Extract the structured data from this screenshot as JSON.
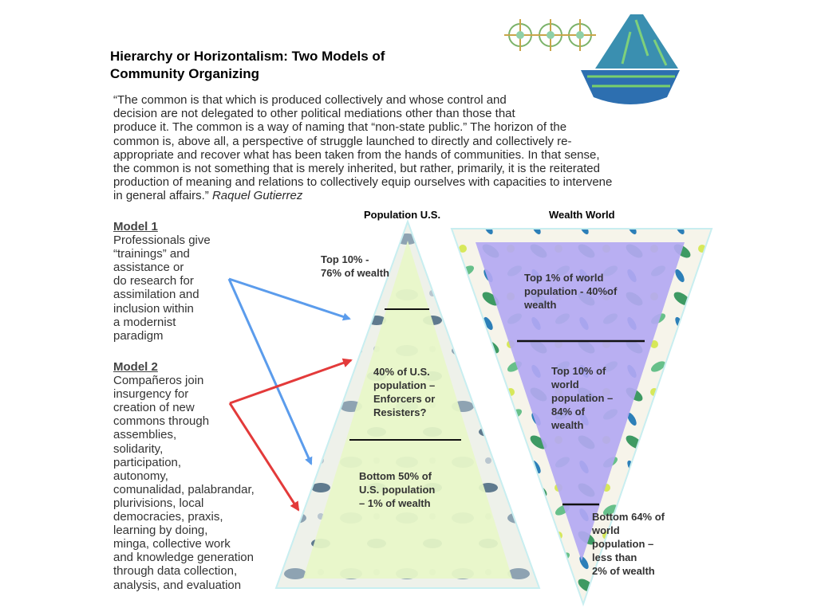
{
  "title_lines": [
    "Hierarchy or Horizontalism: Two Models of",
    "Community Organizing"
  ],
  "quote": {
    "lines": [
      "“The common is that which is produced collectively and whose control and",
      "decision are not delegated to other political mediations other than those that",
      "produce it. The common is a way of naming that “non-state public.” The horizon of the",
      "common is, above all, a perspective of struggle launched to directly and collectively re-",
      "appropriate and recover what has been taken from the hands of communities. In that sense,",
      "the common is not something that is merely inherited, but rather, primarily, it is the reiterated",
      "production of meaning and relations to collectively equip ourselves with capacities to intervene"
    ],
    "last_line": "in general affairs.”",
    "author": "Raquel Gutierrez"
  },
  "model1": {
    "heading": "Model 1",
    "lines": [
      "Professionals give",
      "“trainings” and",
      "assistance or",
      "do research for",
      "assimilation and",
      "inclusion within",
      "a modernist",
      "paradigm"
    ]
  },
  "model2": {
    "heading": "Model 2",
    "lines": [
      "Compañeros join",
      "insurgency for",
      "creation of new",
      "commons through",
      "assemblies,",
      "solidarity,",
      "participation,",
      "autonomy,",
      "comunalidad, palabrandar,",
      "plurivisions, local",
      "democracies, praxis,",
      "learning by doing,",
      "minga, collective work",
      "and knowledge generation",
      "through data collection,",
      "analysis, and evaluation"
    ]
  },
  "us_pyramid": {
    "title": "Population U.S.",
    "top": [
      "Top 10% -",
      "76% of wealth"
    ],
    "middle": [
      "40% of U.S.",
      "population –",
      "Enforcers or",
      "Resisters?"
    ],
    "bottom": [
      "Bottom 50% of",
      "U.S. population",
      "– 1% of wealth"
    ]
  },
  "world_pyramid": {
    "title": "Wealth World",
    "top": [
      "Top 1% of world",
      "population - 40%of",
      "wealth"
    ],
    "middle": [
      "Top 10% of",
      "world",
      "population –",
      "84% of",
      "wealth"
    ],
    "bottom": [
      "Bottom 64% of",
      "world",
      "population –",
      "less than",
      "2% of wealth"
    ]
  },
  "colors": {
    "us_fill": "#e8f7c8",
    "world_fill": "#b3a8f2",
    "blue_arrow": "#5b9cec",
    "red_arrow": "#e33a3a",
    "pyramid_border": "#c8eef0"
  }
}
